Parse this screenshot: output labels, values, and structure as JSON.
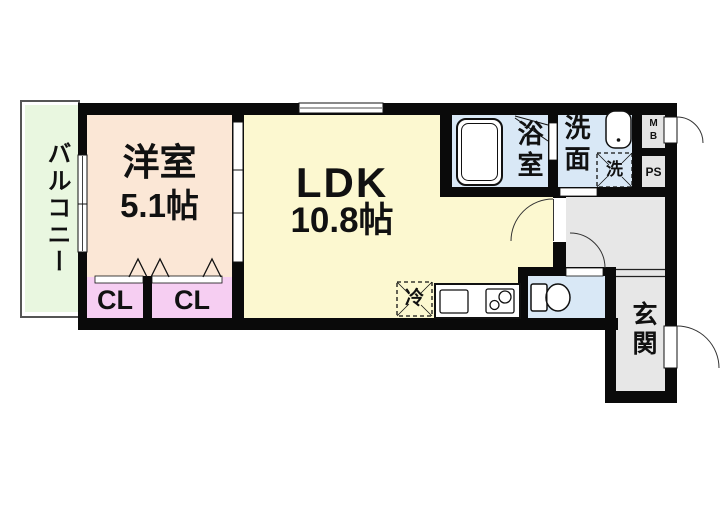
{
  "floor_plan": {
    "balcony": "バルコニー",
    "bedroom_name": "洋室",
    "bedroom_size": "5.1帖",
    "ldk_name": "LDK",
    "ldk_size": "10.8帖",
    "closet_left": "CL",
    "closet_right": "CL",
    "bath": "浴室",
    "washroom": "洗面",
    "laundry": "洗",
    "refrigerator": "冷",
    "meter_box_top": "M",
    "meter_box_bottom": "B",
    "pipe_space": "PS",
    "entrance": "玄関"
  },
  "colors": {
    "wall": "#0a0a0a",
    "bedroom": "#fbe7d6",
    "ldk": "#fcf8d0",
    "closet": "#f6cef2",
    "balcony": "#e9f7e0",
    "wet_area": "#d9e8f6",
    "hallway": "#e7e7e7",
    "service_shaft": "#e4e4e4"
  }
}
